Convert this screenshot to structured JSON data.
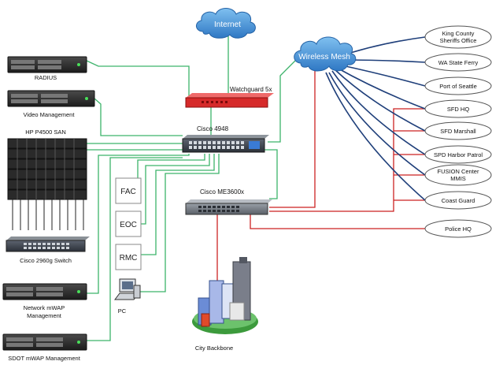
{
  "clouds": {
    "internet": "Internet",
    "wireless_mesh": "Wireless Mesh"
  },
  "devices": {
    "radius": "RADIUS",
    "video_management": "Video Management",
    "hp_san": "HP P4500 SAN",
    "cisco_2960g": "Cisco 2960g Switch",
    "network_mwap_line1": "Network mWAP",
    "network_mwap_line2": "Management",
    "sdot_mwap": "SDOT mWAP Management",
    "watchguard": "Watchguard 5x",
    "cisco_4948": "Cisco 4948",
    "cisco_me3600x": "Cisco ME3600x",
    "pc": "PC",
    "city_backbone": "City Backbone"
  },
  "boxes": {
    "fac": "FAC",
    "eoc": "EOC",
    "rmc": "RMC"
  },
  "endpoints": {
    "king_county_line1": "King County",
    "king_county_line2": "Sheriffs Office",
    "wa_ferry": "WA State Ferry",
    "port_seattle": "Port of Seattle",
    "sfd_hq": "SFD HQ",
    "sfd_marshall": "SFD Marshall",
    "spd_harbor": "SPD Harbor Patrol",
    "fusion_line1": "FUSION Center",
    "fusion_line2": "MMIS",
    "coast_guard": "Coast Guard",
    "police_hq": "Police HQ"
  },
  "colors": {
    "green_link": "#3cb36a",
    "red_link": "#cc2222",
    "blue_link": "#1f3f7a",
    "cloud_fill": "#3d8fd6",
    "firewall": "#d62a2a"
  }
}
